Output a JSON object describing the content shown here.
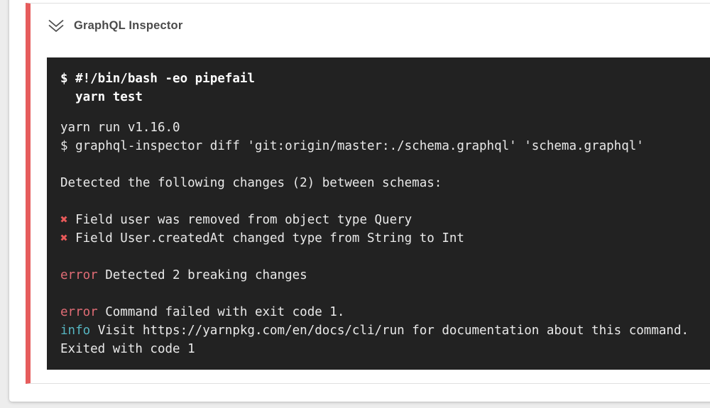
{
  "palette": {
    "page_bg": "#ededed",
    "card_bg": "#ffffff",
    "card_border": "#e0e0e0",
    "accent_red": "#e65c5c",
    "terminal_bg": "#222222",
    "terminal_text": "#e9e9e9",
    "command_text": "#fdfdfd",
    "x_red": "#ea5a5a",
    "error_red": "#e06c75",
    "info_cyan": "#56b6c2",
    "title_color": "#4a4a4a"
  },
  "header": {
    "title": "GraphQL Inspector",
    "collapse_icon": "double-chevron-down-icon"
  },
  "terminal": {
    "command_lines": [
      [
        {
          "t": "$ #!/bin/bash -eo pipefail"
        }
      ],
      [
        {
          "t": "  yarn test"
        }
      ]
    ],
    "output_lines": [
      [
        {
          "t": "yarn run v1.16.0"
        }
      ],
      [
        {
          "t": "$ graphql-inspector diff 'git:origin/master:./schema.graphql' 'schema.graphql'"
        }
      ],
      [],
      [
        {
          "t": "Detected the following changes (2) between schemas:"
        }
      ],
      [],
      [
        {
          "t": "✖",
          "c": "x_red"
        },
        {
          "t": " Field user was removed from object type Query"
        }
      ],
      [
        {
          "t": "✖",
          "c": "x_red"
        },
        {
          "t": " Field User.createdAt changed type from String to Int"
        }
      ],
      [],
      [
        {
          "t": "error",
          "c": "error_red"
        },
        {
          "t": " Detected 2 breaking changes"
        }
      ],
      [],
      [
        {
          "t": "error",
          "c": "error_red"
        },
        {
          "t": " Command failed with exit code 1."
        }
      ],
      [
        {
          "t": "info",
          "c": "info_cyan"
        },
        {
          "t": " Visit https://yarnpkg.com/en/docs/cli/run for documentation about this command."
        }
      ],
      [
        {
          "t": "Exited with code 1"
        }
      ]
    ]
  }
}
